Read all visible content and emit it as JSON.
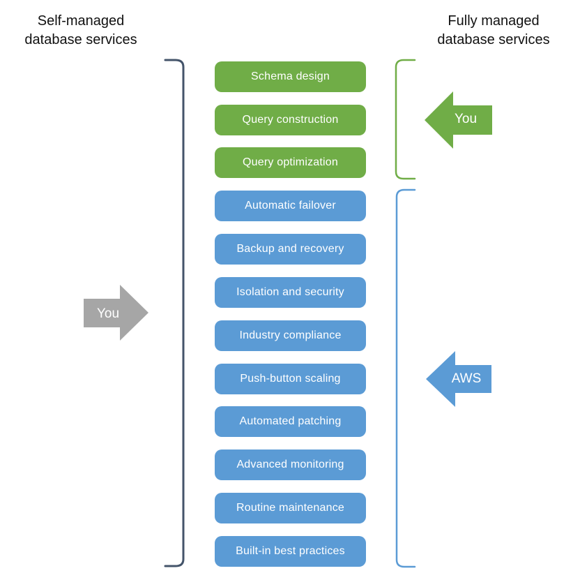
{
  "headings": {
    "left": "Self-managed\ndatabase services",
    "right": "Fully managed\ndatabase services"
  },
  "center_stack": {
    "self_managed_items": [
      "Schema design",
      "Query construction",
      "Query optimization"
    ],
    "aws_managed_items": [
      "Automatic failover",
      "Backup and recovery",
      "Isolation and security",
      "Industry compliance",
      "Push-button scaling",
      "Automated patching",
      "Advanced monitoring",
      "Routine maintenance",
      "Built-in best practices"
    ]
  },
  "arrows": {
    "self_managed_you": {
      "label": "You",
      "direction": "right"
    },
    "fully_managed_you": {
      "label": "You",
      "direction": "left"
    },
    "fully_managed_aws": {
      "label": "AWS",
      "direction": "left"
    }
  },
  "colors": {
    "green": "#70ad47",
    "blue": "#5b9bd5",
    "gray": "#a6a6a6",
    "bracket_dark": "#44546a",
    "heading_text": "#111111",
    "box_text": "#ffffff"
  }
}
